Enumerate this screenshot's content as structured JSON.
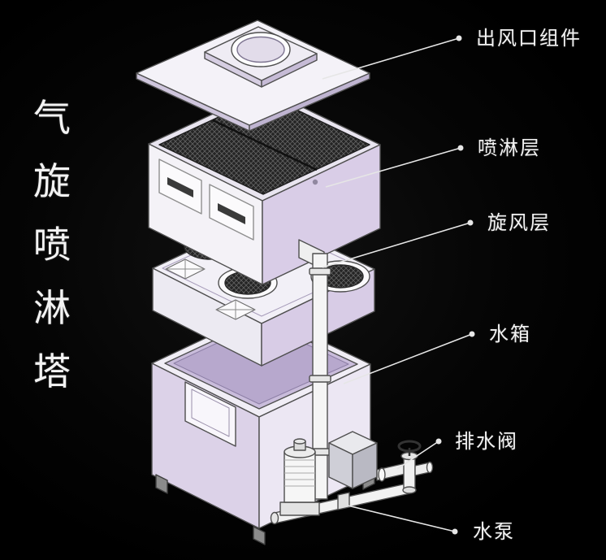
{
  "page": {
    "background": "#000000",
    "text_color": "#f3f3f3"
  },
  "side_title": {
    "text": "气旋喷淋塔",
    "chars": [
      "气",
      "旋",
      "喷",
      "淋",
      "塔"
    ]
  },
  "callouts": [
    {
      "id": "air-outlet-assembly",
      "text": "出风口组件"
    },
    {
      "id": "spray-layer",
      "text": "喷淋层"
    },
    {
      "id": "cyclone-layer",
      "text": "旋风层"
    },
    {
      "id": "water-tank",
      "text": "水箱"
    },
    {
      "id": "drain-valve",
      "text": "排水阀"
    },
    {
      "id": "water-pump",
      "text": "水泵"
    }
  ],
  "diagram": {
    "type": "exploded-isometric-view",
    "subject": "气旋喷淋塔",
    "colors": {
      "panel_lavender": "#d9cde7",
      "panel_white": "#f4f2f7",
      "mesh_dark": "#242424",
      "outline": "#4f4f4f",
      "leader_line": "#e6e6e6"
    }
  }
}
